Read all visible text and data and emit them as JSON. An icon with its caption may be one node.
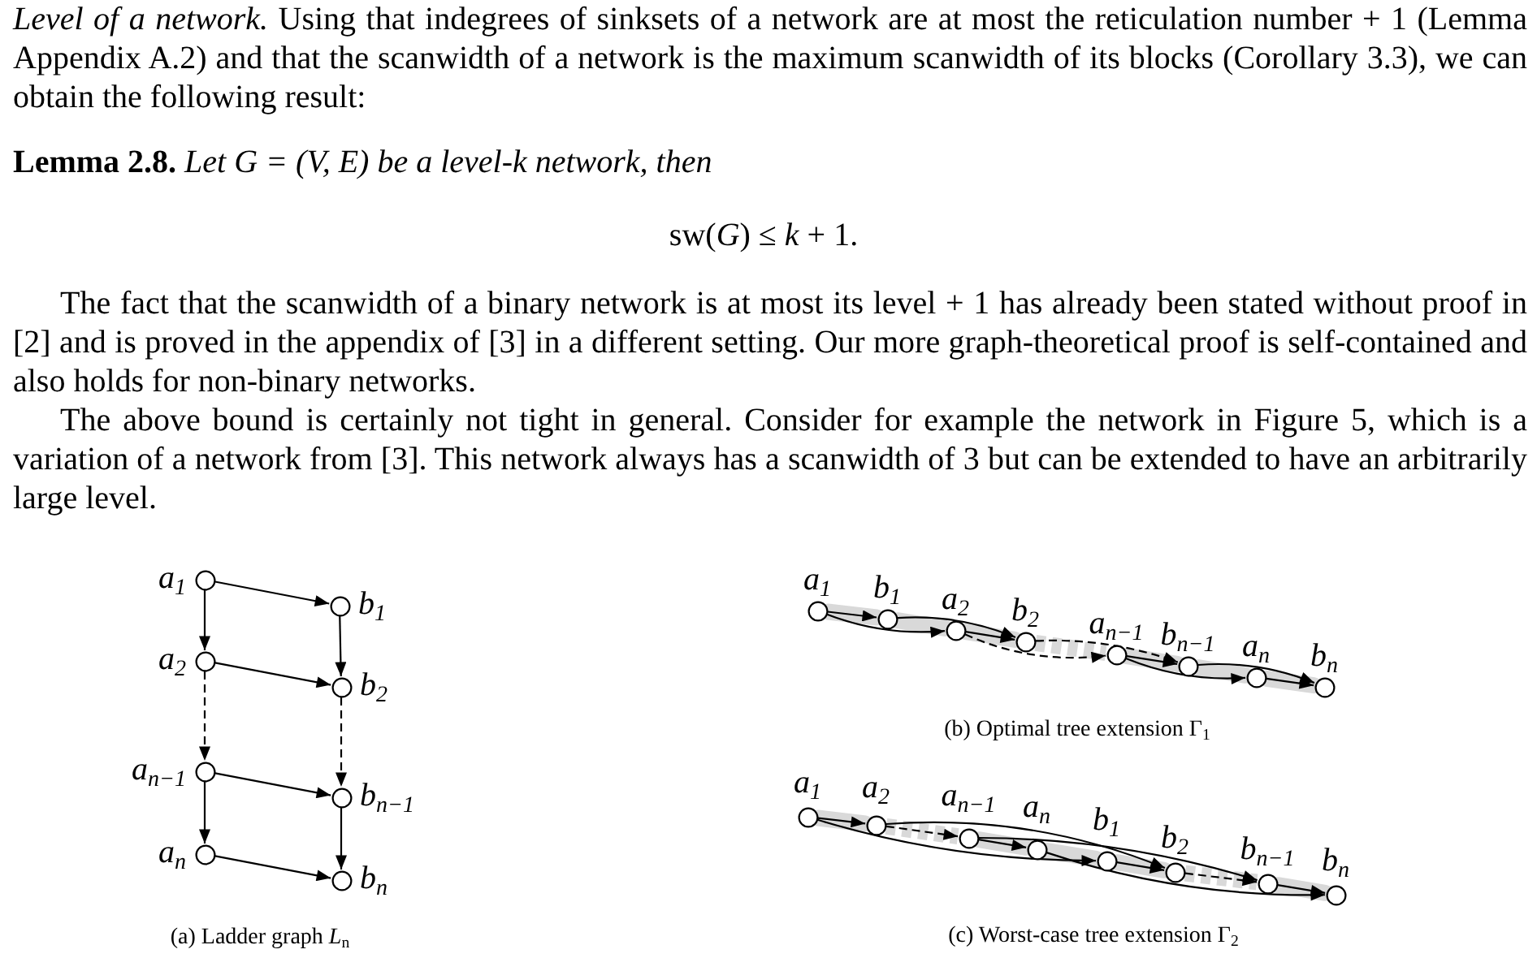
{
  "diagram": {
    "nodes": [
      {
        "text": [],
        "shape": "circle",
        "beside": [
          "a$_{1}$"
        ]
      },
      {
        "text": [],
        "shape": "circle",
        "beside": [
          "b$_{1}$"
        ]
      },
      {
        "text": [],
        "shape": "circle",
        "beside": [
          "a$_{2}$"
        ]
      },
      {
        "text": [],
        "shape": "circle",
        "beside": [
          "b$_{2}$"
        ]
      },
      {
        "text": [],
        "shape": "circle",
        "beside": [
          "a$_{n−1}$"
        ]
      },
      {
        "text": [],
        "shape": "circle",
        "beside": [
          "b$_{n−1}$"
        ]
      },
      {
        "text": [],
        "shape": "circle",
        "beside": [
          "a$_{n}$"
        ]
      },
      {
        "text": [],
        "shape": "circle",
        "beside": [
          "b$_{n}$"
        ]
      },
      {
        "text": [],
        "shape": "circle",
        "beside": [
          "a$_{1}$"
        ]
      },
      {
        "text": [],
        "shape": "circle",
        "beside": [
          "b$_{1}$"
        ]
      },
      {
        "text": [],
        "shape": "circle",
        "beside": [
          "a$_{2}$"
        ]
      },
      {
        "text": [],
        "shape": "circle",
        "beside": [
          "b$_{2}$"
        ]
      },
      {
        "text": [],
        "shape": "circle",
        "beside": [
          "a$_{n−1}$"
        ]
      },
      {
        "text": [],
        "shape": "circle",
        "beside": [
          "b$_{n−1}$"
        ]
      },
      {
        "text": [],
        "shape": "circle",
        "beside": [
          "a$_{n}$"
        ]
      },
      {
        "text": [],
        "shape": "circle",
        "beside": [
          "b$_{n}$"
        ]
      },
      {
        "text": [],
        "shape": "circle",
        "beside": [
          "a$_{1}$"
        ]
      },
      {
        "text": [],
        "shape": "circle",
        "beside": [
          "a$_{2}$"
        ]
      },
      {
        "text": [],
        "shape": "circle",
        "beside": [
          "a$_{n−1}$"
        ]
      },
      {
        "text": [],
        "shape": "circle",
        "beside": [
          "a$_{n}$"
        ]
      },
      {
        "text": [],
        "shape": "circle",
        "beside": [
          "b$_{1}$"
        ]
      },
      {
        "text": [],
        "shape": "circle",
        "beside": [
          "b$_{2}$"
        ]
      },
      {
        "text": [],
        "shape": "circle",
        "beside": [
          "b$_{n−1}$"
        ]
      },
      {
        "text": [],
        "shape": "circle",
        "beside": [
          "b$_{n}$"
        ]
      }
    ],
    "edges": [
      {
        "from": 0,
        "to": 1,
        "arrow": "to"
      },
      {
        "from": 0,
        "to": 2,
        "arrow": "to"
      },
      {
        "from": 1,
        "to": 3,
        "arrow": "to"
      },
      {
        "from": 2,
        "to": 3,
        "arrow": "to"
      },
      {
        "from": 2,
        "to": 4,
        "arrow": "to",
        "style": "dashed"
      },
      {
        "from": 3,
        "to": 5,
        "arrow": "to",
        "style": "dashed"
      },
      {
        "from": 4,
        "to": 5,
        "arrow": "to"
      },
      {
        "from": 4,
        "to": 6,
        "arrow": "to"
      },
      {
        "from": 5,
        "to": 7,
        "arrow": "to"
      },
      {
        "from": 6,
        "to": 7,
        "arrow": "to"
      },
      {
        "from": 8,
        "to": 9,
        "arrow": "to"
      },
      {
        "from": 8,
        "to": 10,
        "arrow": "to"
      },
      {
        "from": 9,
        "to": 11,
        "arrow": "to"
      },
      {
        "from": 10,
        "to": 11,
        "arrow": "to"
      },
      {
        "from": 10,
        "to": 12,
        "arrow": "to",
        "style": "dashed"
      },
      {
        "from": 11,
        "to": 13,
        "arrow": "to",
        "style": "dashed"
      },
      {
        "from": 12,
        "to": 13,
        "arrow": "to"
      },
      {
        "from": 12,
        "to": 14,
        "arrow": "to"
      },
      {
        "from": 13,
        "to": 15,
        "arrow": "to"
      },
      {
        "from": 14,
        "to": 15,
        "arrow": "to"
      },
      {
        "from": 8,
        "to": 9,
        "arrow": "none",
        "style": "thick",
        "color": "#d9d9d9"
      },
      {
        "from": 9,
        "to": 10,
        "arrow": "none",
        "style": "thick",
        "color": "#d9d9d9"
      },
      {
        "from": 10,
        "to": 11,
        "arrow": "none",
        "style": "thick",
        "color": "#d9d9d9"
      },
      {
        "from": 11,
        "to": 12,
        "arrow": "none",
        "style": "dashed",
        "color": "#d9d9d9"
      },
      {
        "from": 12,
        "to": 13,
        "arrow": "none",
        "style": "thick",
        "color": "#d9d9d9"
      },
      {
        "from": 13,
        "to": 14,
        "arrow": "none",
        "style": "thick",
        "color": "#d9d9d9"
      },
      {
        "from": 14,
        "to": 15,
        "arrow": "none",
        "style": "thick",
        "color": "#d9d9d9"
      },
      {
        "from": 16,
        "to": 20,
        "arrow": "to"
      },
      {
        "from": 16,
        "to": 17,
        "arrow": "to"
      },
      {
        "from": 20,
        "to": 21,
        "arrow": "to"
      },
      {
        "from": 17,
        "to": 21,
        "arrow": "to"
      },
      {
        "from": 17,
        "to": 18,
        "arrow": "to",
        "style": "dashed"
      },
      {
        "from": 21,
        "to": 22,
        "arrow": "to",
        "style": "dashed"
      },
      {
        "from": 18,
        "to": 22,
        "arrow": "to"
      },
      {
        "from": 18,
        "to": 19,
        "arrow": "to"
      },
      {
        "from": 22,
        "to": 23,
        "arrow": "to"
      },
      {
        "from": 19,
        "to": 23,
        "arrow": "to"
      },
      {
        "from": 16,
        "to": 17,
        "arrow": "none",
        "style": "thick",
        "color": "#d9d9d9"
      },
      {
        "from": 17,
        "to": 18,
        "arrow": "none",
        "style": "dashed",
        "color": "#d9d9d9"
      },
      {
        "from": 18,
        "to": 19,
        "arrow": "none",
        "style": "thick",
        "color": "#d9d9d9"
      },
      {
        "from": 19,
        "to": 20,
        "arrow": "none",
        "style": "thick",
        "color": "#d9d9d9"
      },
      {
        "from": 20,
        "to": 21,
        "arrow": "none",
        "style": "thick",
        "color": "#d9d9d9"
      },
      {
        "from": 21,
        "to": 22,
        "arrow": "none",
        "style": "dashed",
        "color": "#d9d9d9"
      },
      {
        "from": 22,
        "to": 23,
        "arrow": "none",
        "style": "thick",
        "color": "#d9d9d9"
      }
    ],
    "labels": [
      "*Level of a network.*  Using that indegrees of sinksets of a network are at most the reticulation number + 1 (Lemma Appendix A.2) and that the scanwidth of a network is the maximum scanwidth of its blocks (Corollary 3.3), we can obtain the following result:",
      "**Lemma 2.8.** *Let G = (V, E) be a level-k network, then*",
      "sw(*G*) ≤ *k* + 1.",
      "The fact that the scanwidth of a binary network is at most its level + 1 has already been stated without proof in [2] and is proved in the appendix of [3] in a different setting. Our more graph-theoretical proof is self-contained and also holds for non-binary networks.",
      "The above bound is certainly not tight in general. Consider for example the network in Figure 5, which is a variation of a network from [3]. This network always has a scanwidth of 3 but can be extended to have an arbitrarily large level.",
      "(a) Ladder graph *L*$_{n}$",
      "(b) Optimal tree extension Γ$_{1}$",
      "(c) Worst-case tree extension Γ$_{2}$"
    ]
  }
}
